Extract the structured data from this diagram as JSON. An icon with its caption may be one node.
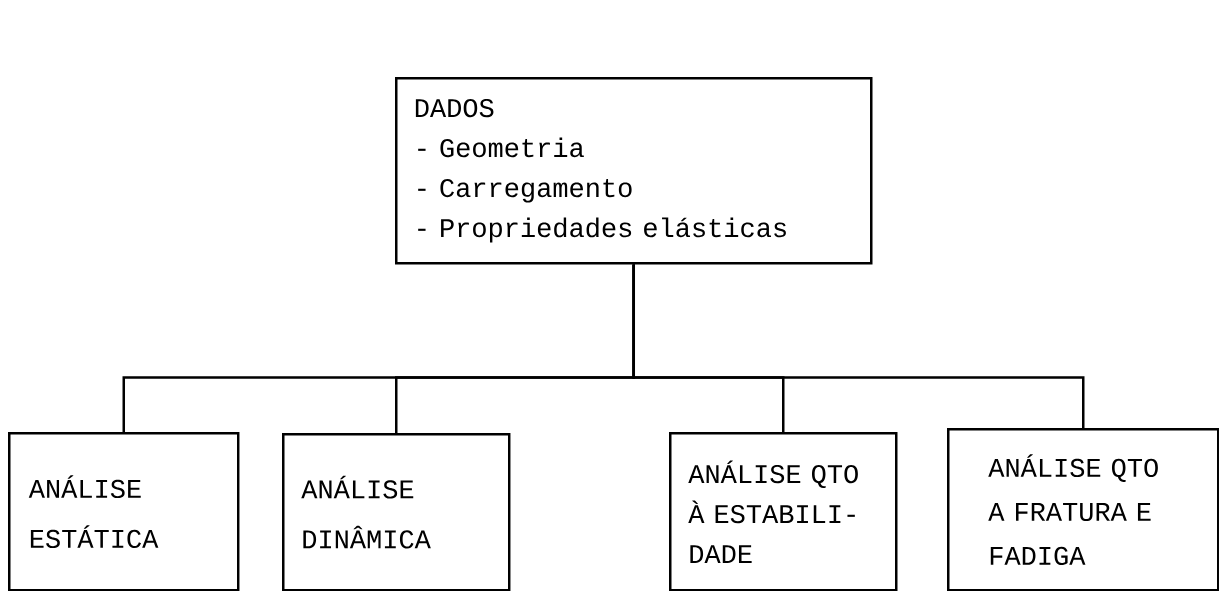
{
  "diagram": {
    "nodes": [
      {
        "text": [
          "DADOS",
          "- Geometria",
          "- Carregamento",
          "- Propriedades elásticas"
        ]
      },
      {
        "text": [
          "ANÁLISE ESTÁTICA"
        ]
      },
      {
        "text": [
          "ANÁLISE DINÂMICA"
        ]
      },
      {
        "text": [
          "ANÁLISE QTO À ESTABILI- DADE"
        ]
      },
      {
        "text": [
          "ANÁLISE QTO A FRATURA E FADIGA"
        ]
      }
    ],
    "edges": [
      {
        "from": 0,
        "to": 1,
        "arrow": "none"
      },
      {
        "from": 0,
        "to": 2,
        "arrow": "none"
      },
      {
        "from": 0,
        "to": 3,
        "arrow": "none"
      },
      {
        "from": 0,
        "to": 4,
        "arrow": "none"
      }
    ]
  }
}
